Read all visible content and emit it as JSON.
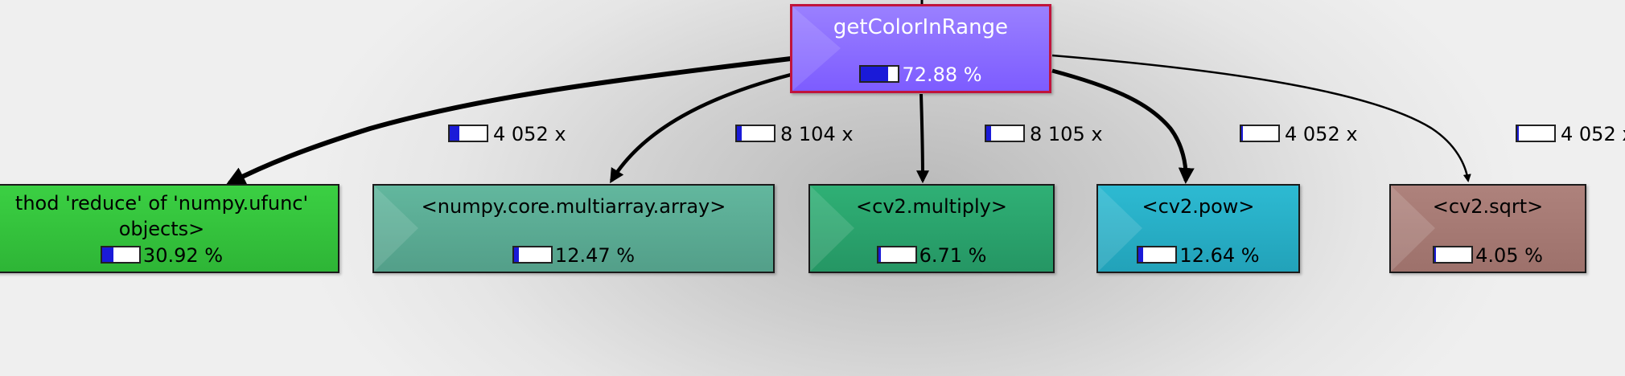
{
  "colors": {
    "caller": "#8b6bff",
    "reduce": "#33c43a",
    "array": "#5aae96",
    "multiply": "#2ca56e",
    "pow": "#27b1c9",
    "sqrt": "#a77a74",
    "selected_border": "#c0143c",
    "bar_fill": "#1a1ad8"
  },
  "caller": {
    "name": "getColorInRange",
    "cost": "72.88 %",
    "fraction": 0.7288
  },
  "callees": [
    {
      "id": "reduce",
      "name_line1": "thod 'reduce' of 'numpy.ufunc'",
      "name_line2": "objects>",
      "cost": "30.92 %",
      "fraction": 0.3092,
      "calls": "4 052 x",
      "calls_fraction": 0.25
    },
    {
      "id": "array",
      "name_line1": "<numpy.core.multiarray.array>",
      "name_line2": "",
      "cost": "12.47 %",
      "fraction": 0.1247,
      "calls": "8 104 x",
      "calls_fraction": 0.12
    },
    {
      "id": "multiply",
      "name_line1": "<cv2.multiply>",
      "name_line2": "",
      "cost": "6.71 %",
      "fraction": 0.0671,
      "calls": "8 105 x",
      "calls_fraction": 0.12
    },
    {
      "id": "pow",
      "name_line1": "<cv2.pow>",
      "name_line2": "",
      "cost": "12.64 %",
      "fraction": 0.1264,
      "calls": "4 052 x",
      "calls_fraction": 0.05
    },
    {
      "id": "sqrt",
      "name_line1": "<cv2.sqrt>",
      "name_line2": "",
      "cost": "4.05 %",
      "fraction": 0.0405,
      "calls": "4 052 x",
      "calls_fraction": 0.05
    }
  ]
}
